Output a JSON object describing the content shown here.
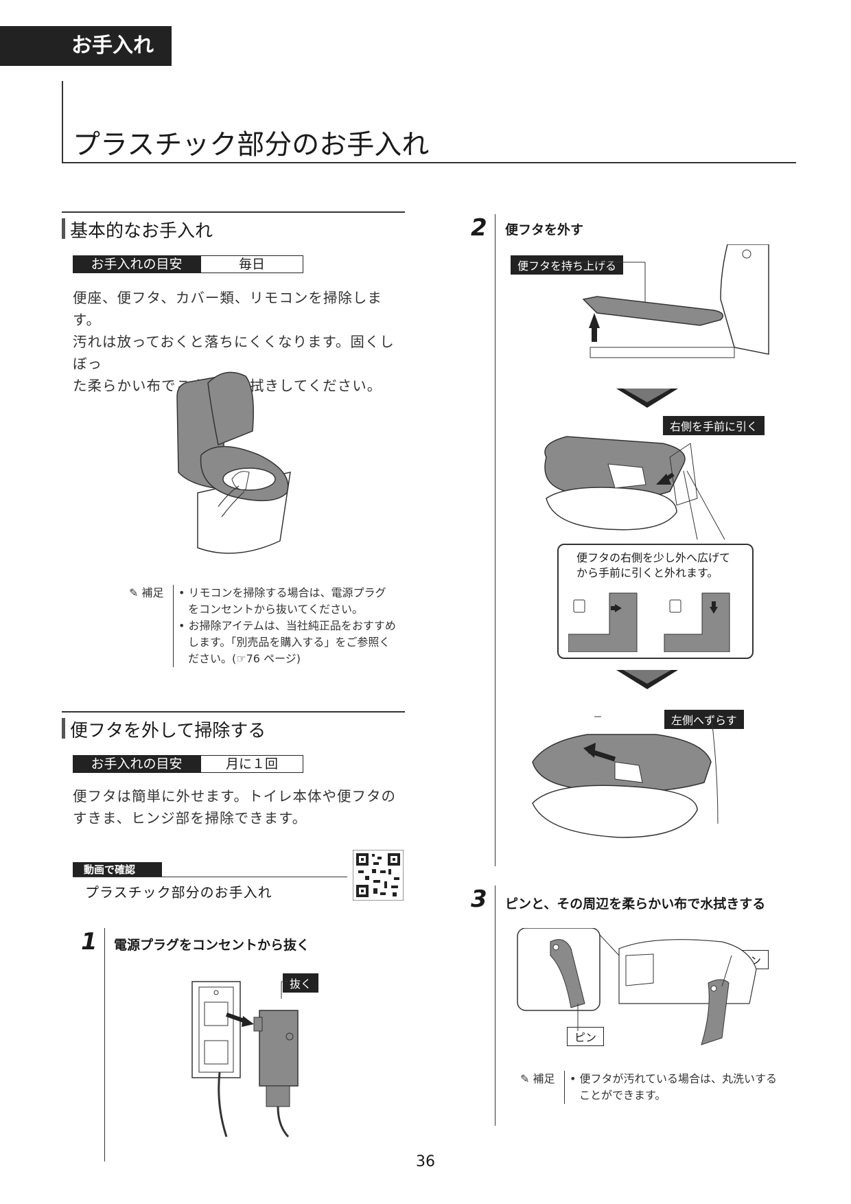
{
  "header": {
    "tab_label": "お手入れ",
    "page_title": "プラスチック部分のお手入れ"
  },
  "section_basic": {
    "heading": "基本的なお手入れ",
    "frequency_label": "お手入れの目安",
    "frequency_value": "毎日",
    "body_lines": [
      "便座、便フタ、カバー類、リモコンを掃除します。",
      "汚れは放っておくと落ちにくくなります。固くしぼっ",
      "た柔らかい布でこまめに水拭きしてください。"
    ],
    "note": {
      "label": "補足",
      "items": [
        "• リモコンを掃除する場合は、電源プラグ",
        "をコンセントから抜いてください。",
        "• お掃除アイテムは、当社純正品をおすすめ",
        "します。「別売品を購入する」をご参照く",
        "ださい。(☞76 ページ)"
      ]
    }
  },
  "section_lid": {
    "heading": "便フタを外して掃除する",
    "frequency_label": "お手入れの目安",
    "frequency_value": "月に１回",
    "body_lines": [
      "便フタは簡単に外せます。トイレ本体や便フタの",
      "すきま、ヒンジ部を掃除できます。"
    ],
    "video_label": "動画で確認",
    "video_title": "プラスチック部分のお手入れ"
  },
  "steps": [
    {
      "num": "1",
      "title": "電源プラグをコンセントから抜く",
      "label": "抜く"
    },
    {
      "num": "2",
      "title": "便フタを外す",
      "labels": [
        "便フタを持ち上げる",
        "右側を手前に引く",
        "左側へずらす"
      ],
      "callout": [
        "便フタの右側を少し外へ広げて",
        "から手前に引くと外れます。"
      ]
    },
    {
      "num": "3",
      "title": "ピンと、その周辺を柔らかい布で水拭きする",
      "pin_label": "ピン",
      "note": {
        "label": "補足",
        "items": [
          "• 便フタが汚れている場合は、丸洗いする",
          "ことができます。"
        ]
      }
    }
  ],
  "page_number": "36"
}
